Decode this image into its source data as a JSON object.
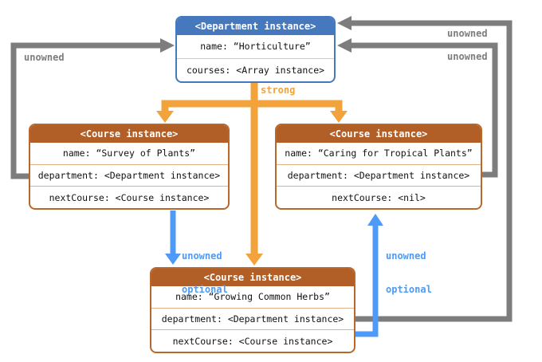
{
  "colors": {
    "department_header": "#4678BE",
    "course_header": "#B25F27",
    "strong_arrow": "#F2A33C",
    "unowned_arrow": "#7D7D7D",
    "unowned_optional_arrow": "#4D9BF6"
  },
  "boxes": {
    "department": {
      "title": "<Department instance>",
      "rows": [
        "name: “Horticulture”",
        "courses: <Array instance>"
      ]
    },
    "course_left": {
      "title": "<Course instance>",
      "rows": [
        "name: “Survey of Plants”",
        "department: <Department instance>",
        "nextCourse: <Course instance>"
      ]
    },
    "course_right": {
      "title": "<Course instance>",
      "rows": [
        "name: “Caring for Tropical Plants”",
        "department: <Department instance>",
        "nextCourse: <nil>"
      ]
    },
    "course_bottom": {
      "title": "<Course instance>",
      "rows": [
        "name: “Growing Common Herbs”",
        "department: <Department instance>",
        "nextCourse: <Course instance>"
      ]
    }
  },
  "labels": {
    "strong": "strong",
    "unowned_left": "unowned",
    "unowned_top_right": "unowned",
    "unowned_mid_right": "unowned",
    "unowned_optional_left": {
      "line1": "unowned",
      "line2": "optional"
    },
    "unowned_optional_right": {
      "line1": "unowned",
      "line2": "optional"
    }
  }
}
